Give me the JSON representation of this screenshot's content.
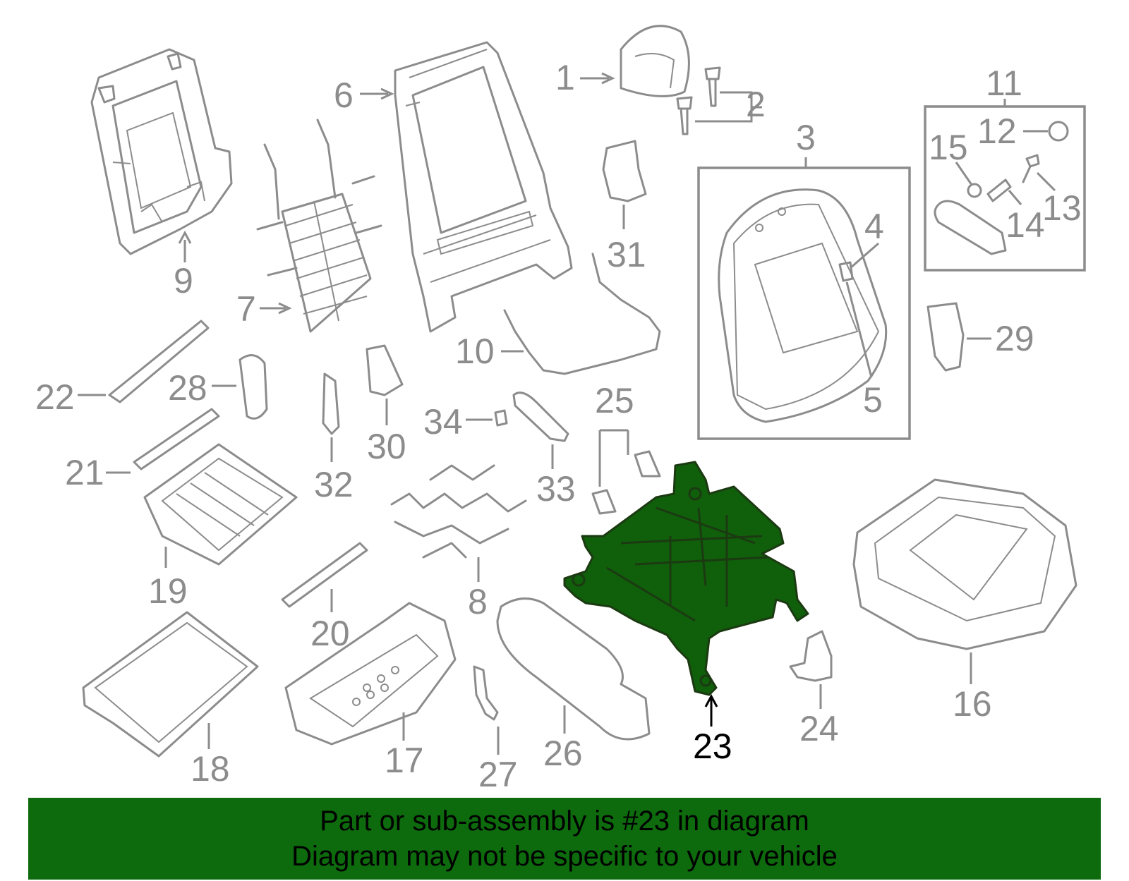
{
  "callouts": {
    "c1": "1",
    "c2": "2",
    "c3": "3",
    "c4": "4",
    "c5": "5",
    "c6": "6",
    "c7": "7",
    "c8": "8",
    "c9": "9",
    "c10": "10",
    "c11": "11",
    "c12": "12",
    "c13": "13",
    "c14": "14",
    "c15": "15",
    "c16": "16",
    "c17": "17",
    "c18": "18",
    "c19": "19",
    "c20": "20",
    "c21": "21",
    "c22": "22",
    "c23": "23",
    "c24": "24",
    "c25": "25",
    "c26": "26",
    "c27": "27",
    "c28": "28",
    "c29": "29",
    "c30": "30",
    "c31": "31",
    "c32": "32",
    "c33": "33",
    "c34": "34"
  },
  "highlight": {
    "part": "23",
    "color": "#0f5f0b"
  },
  "footer": {
    "line1": "Part or sub-assembly is #23 in diagram",
    "line2": "Diagram may not be specific to your vehicle",
    "background": "#0d6a0d"
  }
}
